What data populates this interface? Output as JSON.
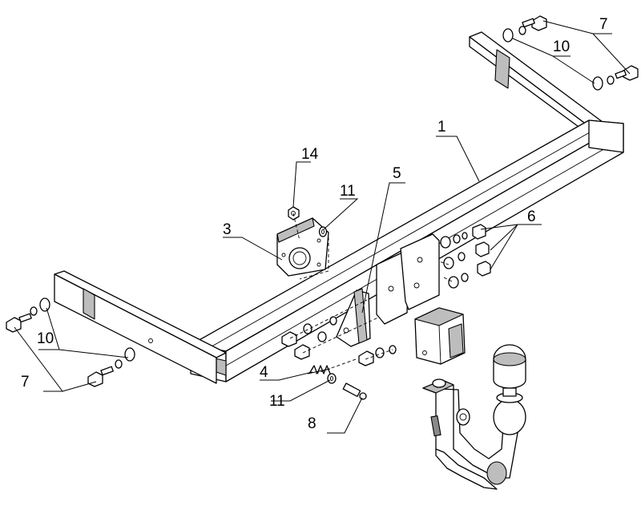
{
  "callouts": {
    "c1": "1",
    "c3": "3",
    "c4": "4",
    "c5": "5",
    "c6": "6",
    "c7_top": "7",
    "c7_left": "7",
    "c8": "8",
    "c10_top": "10",
    "c10_left": "10",
    "c11_top": "11",
    "c11_bottom": "11",
    "c14": "14"
  },
  "colors": {
    "line": "#000000",
    "shade": "#bdbdbd",
    "background": "#ffffff"
  }
}
